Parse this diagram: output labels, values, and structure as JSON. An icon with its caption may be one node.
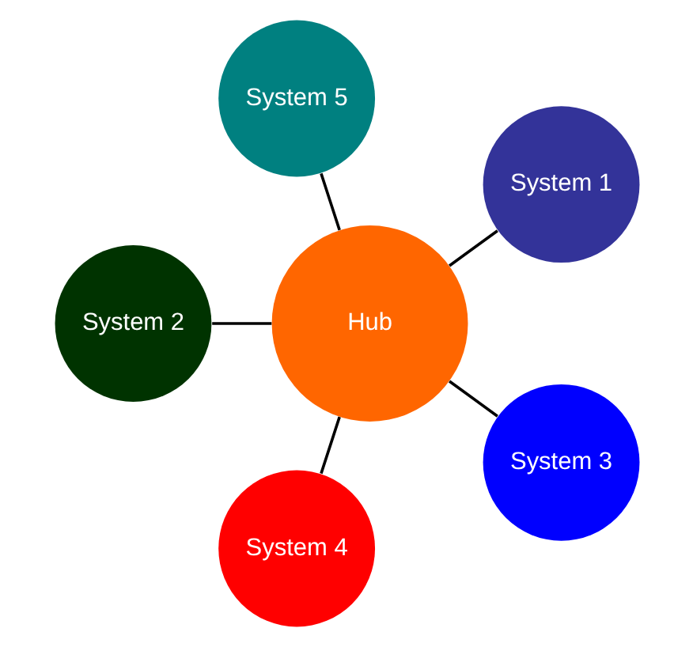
{
  "diagram": {
    "nodes": [
      {
        "text": [
          "System 1"
        ]
      },
      {
        "text": [
          "System 5"
        ]
      },
      {
        "text": [
          "Hub"
        ]
      },
      {
        "text": [
          "System 2"
        ]
      },
      {
        "text": [
          "System 4"
        ]
      },
      {
        "text": [
          "System 3"
        ]
      }
    ],
    "edges": [
      {
        "from": 2,
        "to": 0,
        "arrow": "none"
      },
      {
        "from": 2,
        "to": 3,
        "arrow": "none"
      },
      {
        "from": 2,
        "to": 5,
        "arrow": "none"
      },
      {
        "from": 2,
        "to": 4,
        "arrow": "none"
      },
      {
        "from": 2,
        "to": 1,
        "arrow": "none"
      }
    ]
  }
}
